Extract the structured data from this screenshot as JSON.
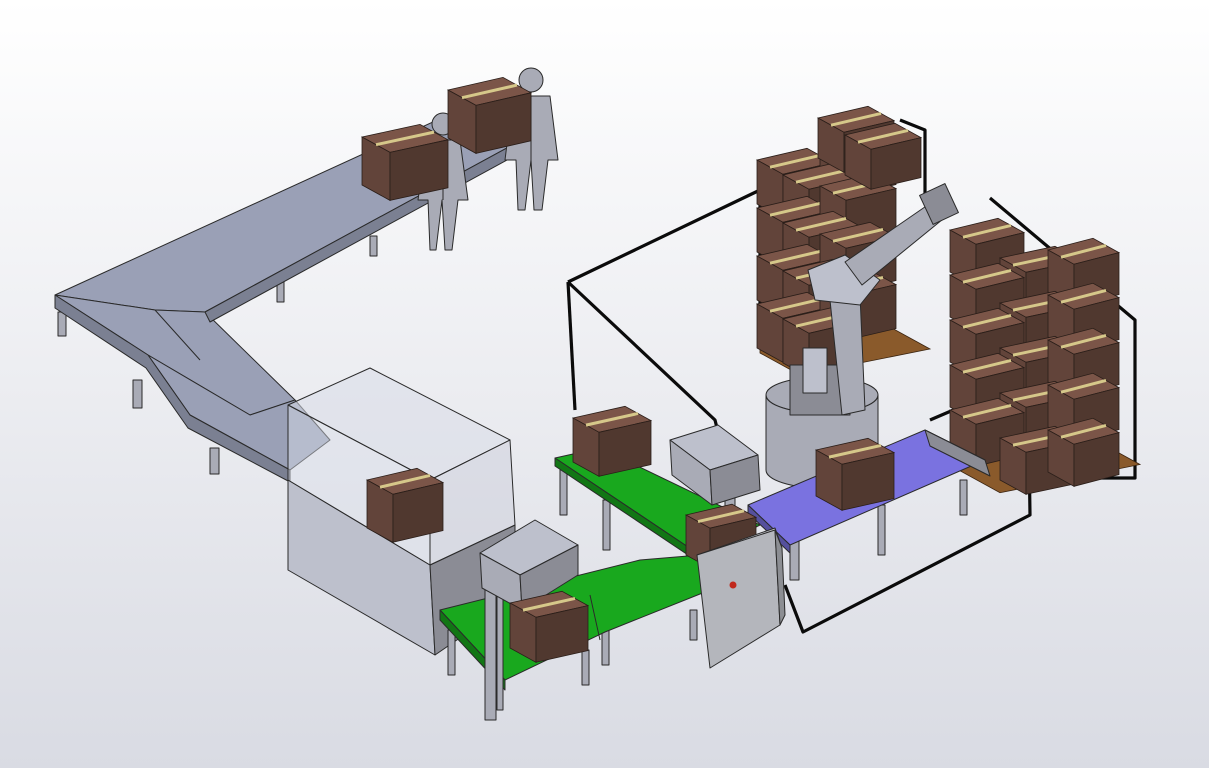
{
  "colors": {
    "background_top": "#ffffff",
    "background_bottom": "#d9dbe3",
    "roller_conveyor": "#9aa0b6",
    "green_conveyor": "#19a81e",
    "blue_conveyor": "#7a72e0",
    "carton": "#6b4a3f",
    "carton_tape": "#d6c88a",
    "steel": "#a9abb6",
    "control_cabinet": "#b4b6bc",
    "cabinet_button": "#c0281c",
    "safety_frame": "#0b0b0b",
    "pallet": "#8a5a2b"
  },
  "scene": {
    "operators": 2,
    "palletizing_robot": 1,
    "pallet_stacks": 2,
    "control_cabinets": 1
  }
}
